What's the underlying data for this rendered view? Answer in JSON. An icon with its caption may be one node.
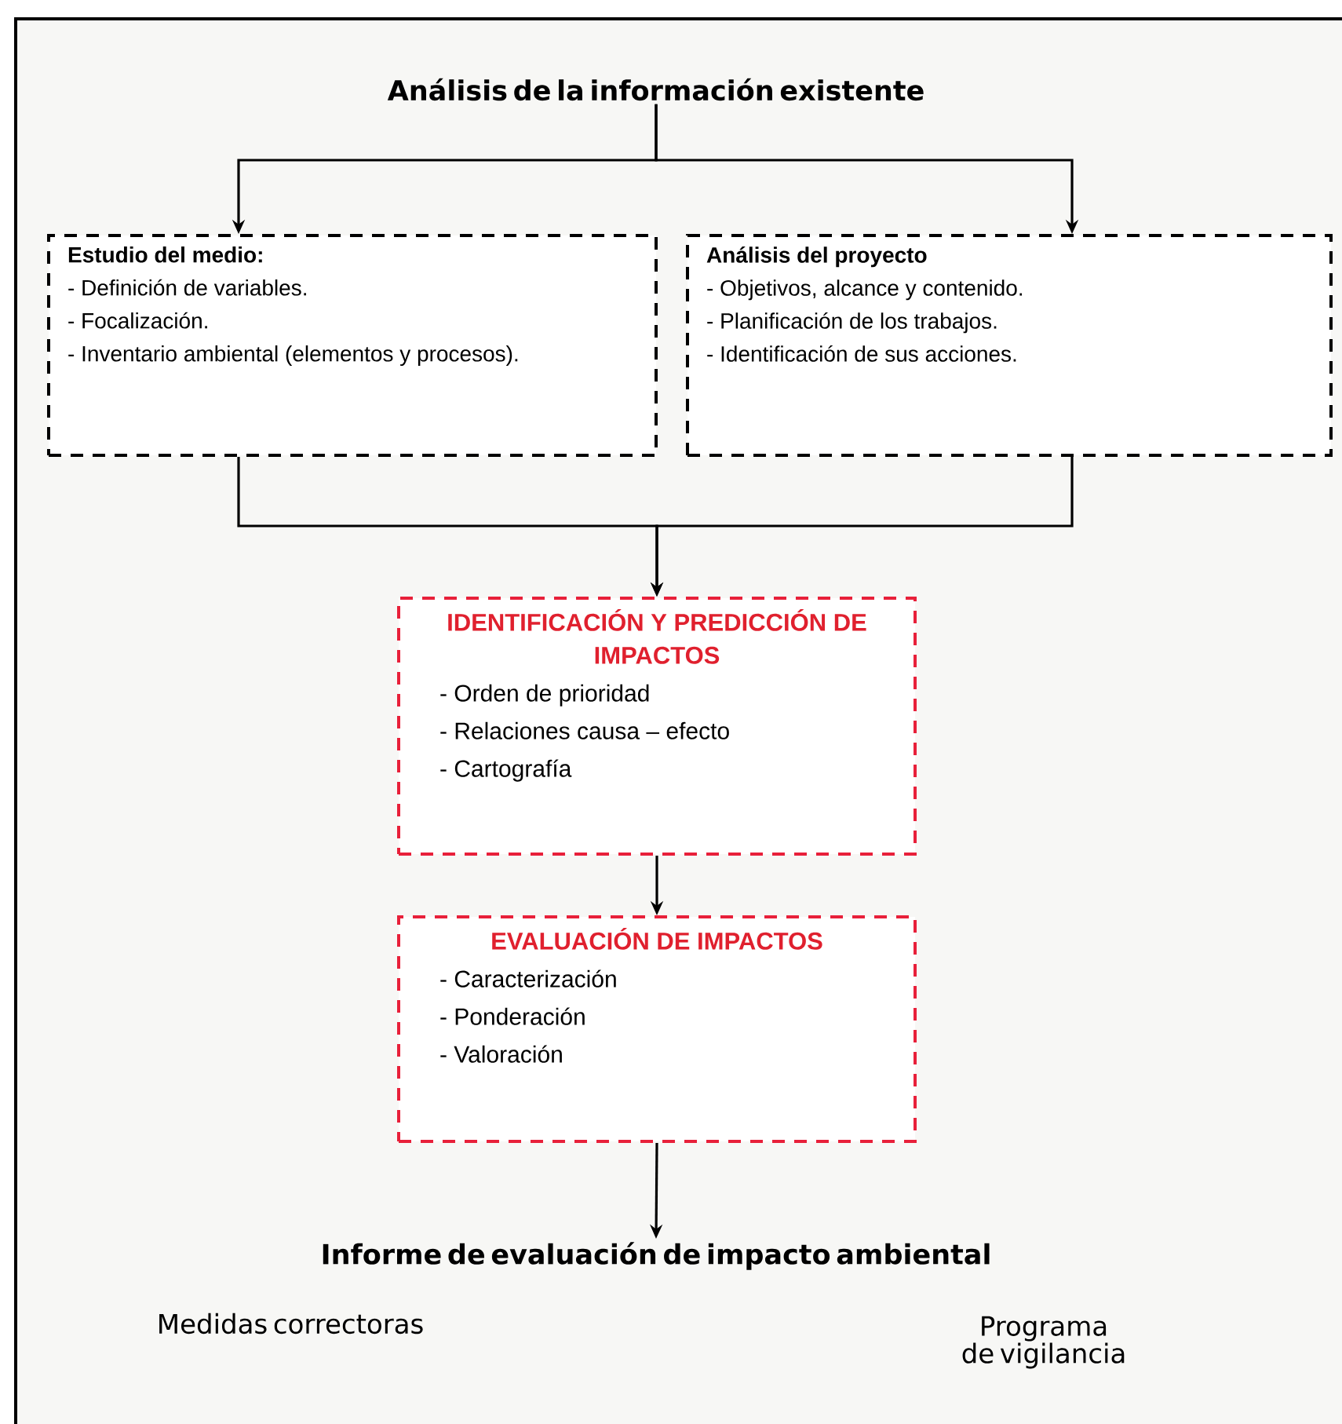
{
  "diagram": {
    "nodes": [
      {
        "text": [
          "Análisis de la información existente"
        ]
      },
      {
        "text": [
          "Estudio del medio:",
          "- Definición de variables.",
          "- Focalización.",
          "- Inventario ambiental (elementos y procesos)."
        ]
      },
      {
        "text": [
          "Análisis del proyecto",
          "- Objetivos, alcance y contenido.",
          "- Planificación de los trabajos.",
          "- Identificación de sus acciones."
        ]
      },
      {
        "text": [
          "IDENTIFICACIÓN Y PREDICCIÓN DE IMPACTOS",
          "- Orden de prioridad",
          "- Relaciones causa – efecto",
          "- Cartografía"
        ]
      },
      {
        "text": [
          "EVALUACIÓN DE IMPACTOS",
          "- Caracterización",
          "- Ponderación",
          "- Valoración"
        ]
      },
      {
        "text": [
          "Informe de evaluación de impacto ambiental"
        ]
      }
    ],
    "edges": [
      {
        "from": 0,
        "to": 1,
        "arrow": "to"
      },
      {
        "from": 0,
        "to": 2,
        "arrow": "to"
      },
      {
        "from": 1,
        "to": 3,
        "arrow": "to"
      },
      {
        "from": 2,
        "to": 3,
        "arrow": "to"
      },
      {
        "from": 3,
        "to": 4,
        "arrow": "to"
      },
      {
        "from": 4,
        "to": 5,
        "arrow": "to"
      }
    ],
    "labels": [
      "Medidas correctoras",
      "Programa de vigilancia"
    ]
  }
}
